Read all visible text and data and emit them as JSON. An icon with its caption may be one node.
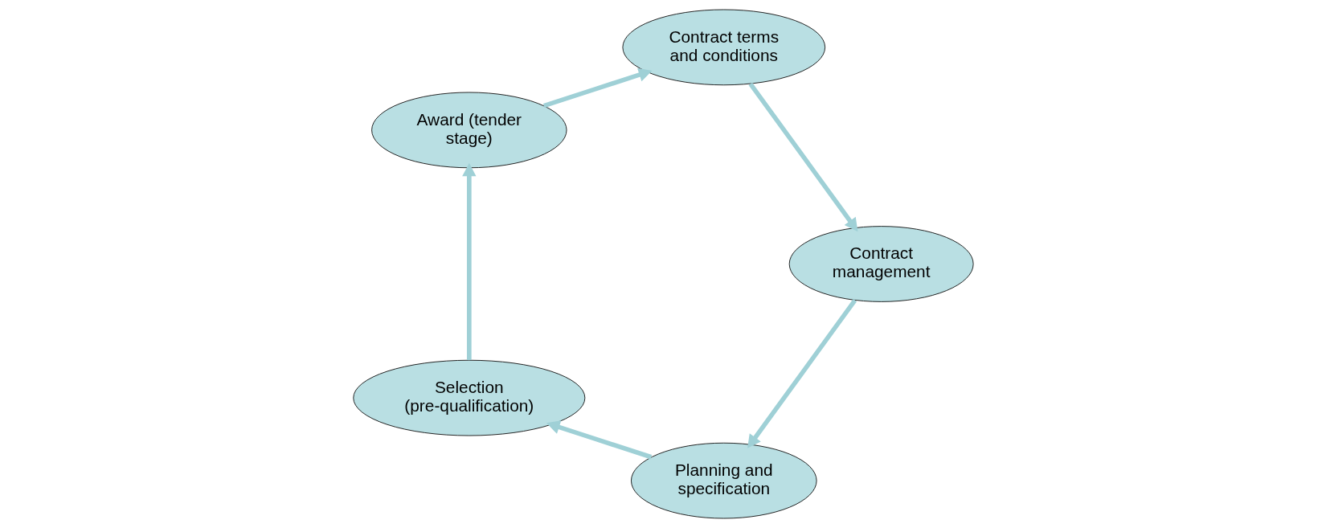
{
  "diagram": {
    "nodes": [
      {
        "text": [
          "Planning and specification"
        ]
      },
      {
        "text": [
          "Selection (pre-qualification)"
        ]
      },
      {
        "text": [
          "Award (tender stage)"
        ]
      },
      {
        "text": [
          "Contract terms and conditions"
        ]
      },
      {
        "text": [
          "Contract management"
        ]
      }
    ],
    "edges": [
      {
        "from": 0,
        "to": 1,
        "arrow": "to"
      },
      {
        "from": 1,
        "to": 2,
        "arrow": "to"
      },
      {
        "from": 2,
        "to": 3,
        "arrow": "to"
      },
      {
        "from": 3,
        "to": 4,
        "arrow": "to"
      },
      {
        "from": 4,
        "to": 0,
        "arrow": "to"
      }
    ]
  }
}
